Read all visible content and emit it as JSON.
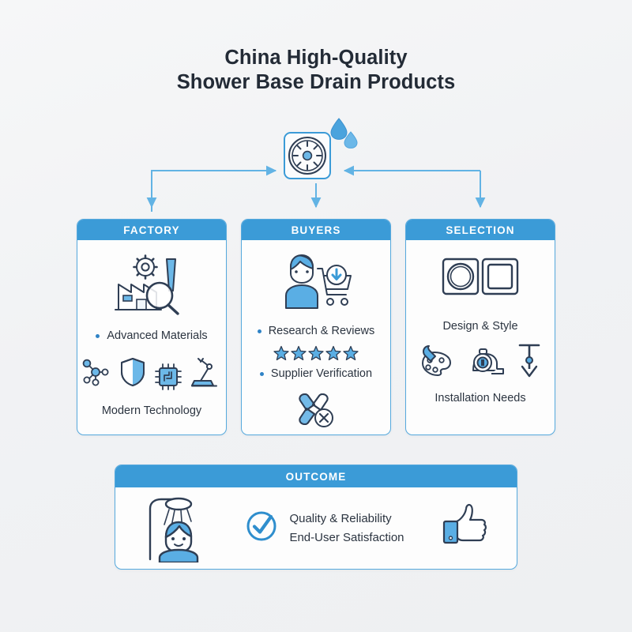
{
  "title": {
    "line1": "China High-Quality",
    "line2": "Shower Base Drain Products"
  },
  "colors": {
    "header_blue": "#3b9bd7",
    "border_blue": "#56a9dd",
    "accent_blue": "#2f83c6",
    "icon_fill": "#6cb8e8",
    "icon_stroke": "#2f3e54",
    "text_dark": "#2b3440",
    "background": "#f2f3f5"
  },
  "hub": {
    "icon": "shower-drain-icon",
    "droplets_icon": "water-droplets-icon"
  },
  "cards": [
    {
      "id": "factory",
      "header": "FACTORY",
      "top_icon": "factory-gear-magnifier-icon",
      "items": [
        {
          "label": "Advanced Materials",
          "bullet": true
        },
        {
          "label": "Modern Technology",
          "bullet": false
        }
      ],
      "mid_icons": [
        "molecule-icon",
        "shield-icon",
        "microchip-icon",
        "robot-arm-icon"
      ]
    },
    {
      "id": "buyers",
      "header": "BUYERS",
      "top_icon": "shopper-cart-icon",
      "items": [
        {
          "label": "Research & Reviews",
          "bullet": true
        },
        {
          "label": "Supplier Verification",
          "bullet": true
        }
      ],
      "rating_stars": 5,
      "bottom_icon": "verified-badge-x-icon"
    },
    {
      "id": "selection",
      "header": "SELECTION",
      "top_icon": "round-square-drain-icon",
      "items": [
        {
          "label": "Design & Style",
          "bullet": false
        },
        {
          "label": "Installation Needs",
          "bullet": false
        }
      ],
      "mid_icons": [
        "palette-wrench-icon",
        "tape-measure-icon",
        "drain-tool-icon"
      ]
    }
  ],
  "outcome": {
    "header": "OUTCOME",
    "left_icon": "person-showering-icon",
    "check_icon": "check-circle-icon",
    "lines": [
      "Quality & Reliability",
      "End-User Satisfaction"
    ],
    "right_icon": "thumbs-up-icon"
  }
}
